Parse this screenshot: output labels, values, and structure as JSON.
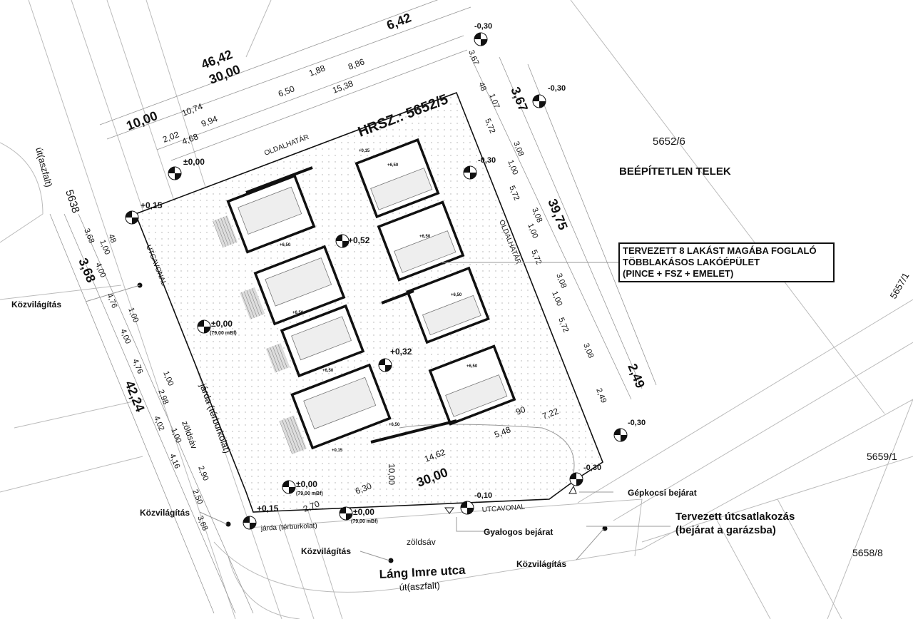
{
  "parcel": {
    "hrsz": "HRSZ.: 5652/5"
  },
  "neighbors": {
    "east_lot_number": "5652/6",
    "east_lot_label": "BEÉPÍTETLEN TELEK",
    "west": "5638",
    "ne": "5657/1",
    "se1": "5659/1",
    "se2": "5658/8"
  },
  "callout": {
    "line1": "TERVEZETT 8 LAKÁST MAGÁBA FOGLALÓ",
    "line2": "TÖBBLAKÁSOS LAKÓÉPÜLET",
    "line3": "(PINCE + FSZ + EMELET)"
  },
  "boundary_labels": {
    "top": "OLDALHATÁR",
    "right": "OLDALHATÁR",
    "left": "UTCAVONAL",
    "bottom": "UTCAVONAL"
  },
  "road_labels": {
    "west_road": "út(aszfalt)",
    "street_name": "Láng Imre utca",
    "street_surface": "út(aszfalt)",
    "sidewalk_west": "járda (térburkolat)",
    "sidewalk_south": "járda (térburkolat)",
    "green_west": "zöldsáv",
    "green_south": "zöldsáv"
  },
  "annotations": {
    "street_light": "Közvilágítás",
    "car_entrance": "Gépkocsi bejárat",
    "pedestrian_entrance": "Gyalogos bejárat",
    "planned_connection_1": "Tervezett útcsatlakozás",
    "planned_connection_2": "(bejárat a garázsba)"
  },
  "levels": {
    "zero": "±0,00",
    "zero_abs": "(79,00 mBf)",
    "p015": "+0,15",
    "p032": "+0,32",
    "p052": "+0,52",
    "m030": "-0,30",
    "m010": "-0,10",
    "p650": "+6,50",
    "p015s": "+0,15"
  },
  "dimensions": {
    "top": [
      "46,42",
      "30,00",
      "6,42",
      "10,00",
      "10,74",
      "9,94",
      "6,50",
      "1,88",
      "8,86",
      "15,38",
      "2,02",
      "4,68"
    ],
    "right": [
      "3,67",
      "48",
      "1,07",
      "3,67",
      "5,72",
      "3,08",
      "1,00",
      "5,72",
      "39,75",
      "3,08",
      "1,00",
      "5,72",
      "3,08",
      "1,00",
      "5,72",
      "3,08",
      "2,49",
      "2,49"
    ],
    "left": [
      "3,68",
      "48",
      "1,00",
      "3,68",
      "4,00",
      "4,76",
      "1,00",
      "4,00",
      "4,76",
      "1,00",
      "2,98",
      "42,24",
      "4,02",
      "1,00",
      "4,16",
      "2,90",
      "2,50",
      "3,68"
    ],
    "bottom": [
      "90",
      "7,22",
      "5,48",
      "14,62",
      "30,00",
      "10,00",
      "6,30",
      "2,70"
    ]
  }
}
